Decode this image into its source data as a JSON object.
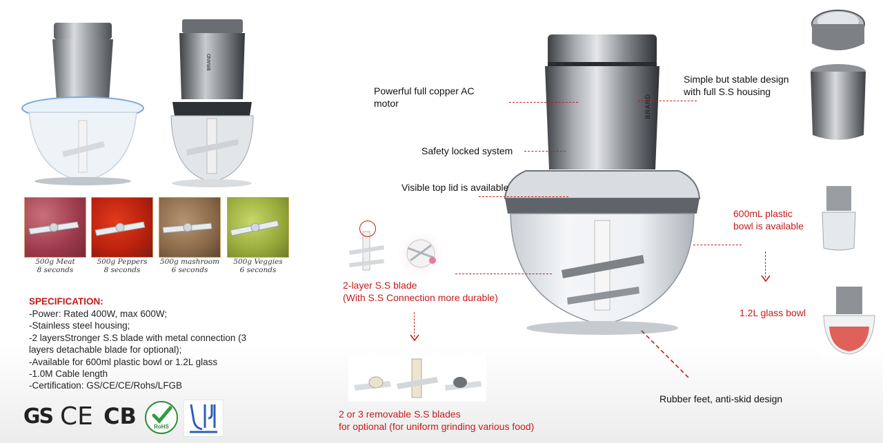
{
  "food_captions": [
    {
      "label": "500g Meat",
      "time": "8 seconds"
    },
    {
      "label": "500g Peppers",
      "time": "8 seconds"
    },
    {
      "label": "500g mashroom",
      "time": "6 seconds"
    },
    {
      "label": "500g Veggies",
      "time": "6 seconds"
    }
  ],
  "spec": {
    "title": "SPECIFICATION:",
    "lines": [
      "-Power: Rated 400W, max 600W;",
      "-Stainless steel housing;",
      "-2 layersStronger S.S blade with metal connection (3 layers detachable blade for optional);",
      "-Available for 600ml plastic bowl or 1.2L glass",
      "-1.0M Cable length",
      "-Certification: GS/CE/CE/Rohs/LFGB"
    ]
  },
  "certifications": {
    "gs": "GS",
    "ce": "CE",
    "cb": "CB",
    "rohs": "RoHS"
  },
  "labels": {
    "motor_1": "Powerful full copper AC",
    "motor_2": "motor",
    "safety": "Safety locked system",
    "lid": "Visible top lid is available",
    "design_1": "Simple but stable design",
    "design_2": "with full S.S housing",
    "plastic_1": "600mL plastic",
    "plastic_2": "bowl is available",
    "glass": "1.2L glass bowl",
    "feet": "Rubber feet, anti-skid design",
    "blade_1": "2-layer S.S blade",
    "blade_2": "(With S.S Connection more durable)",
    "removable_1": "2 or 3 removable S.S blades",
    "removable_2": "for optional (for uniform grinding various food)"
  },
  "brand": "BRAND",
  "colors": {
    "accent_red": "#c41a1a",
    "steel": "#8a8d92"
  }
}
